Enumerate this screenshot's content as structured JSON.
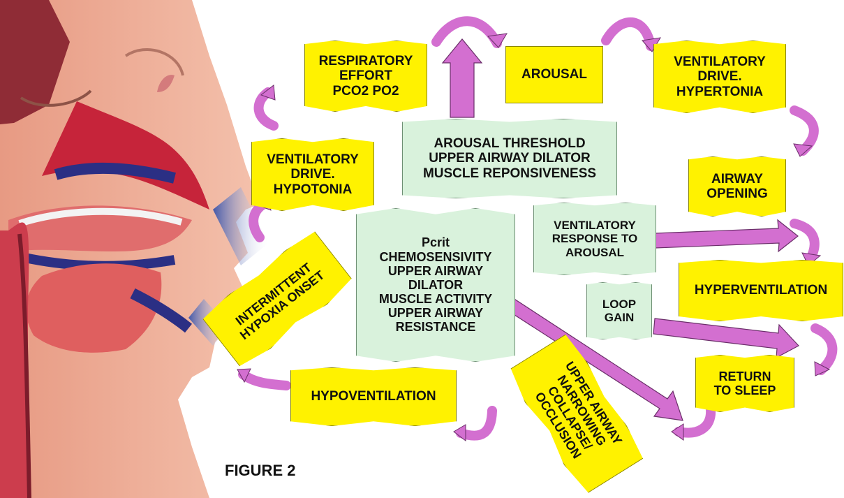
{
  "figure_caption": "FIGURE 2",
  "colors": {
    "yellow": "#fff200",
    "green": "#d9f2dc",
    "arrow": "#d36fd0"
  },
  "boxes": {
    "respiratory_effort": "RESPIRATORY\nEFFORT\nPCO2  PO2",
    "arousal": "AROUSAL",
    "ventilatory_drive_hypertonia": "VENTILATORY\nDRIVE.\nHYPERTONIA",
    "arousal_threshold": "AROUSAL THRESHOLD\nUPPER AIRWAY DILATOR\nMUSCLE REPONSIVENESS",
    "ventilatory_drive_hypotonia": "VENTILATORY\nDRIVE.\nHYPOTONIA",
    "airway_opening": "AIRWAY\nOPENING",
    "pcrit": "Pcrit\nCHEMOSENSIVITY\nUPPER AIRWAY\nDILATOR\nMUSCLE ACTIVITY\nUPPER AIRWAY\nRESISTANCE",
    "ventilatory_response": "VENTILATORY\nRESPONSE TO\nAROUSAL",
    "hyperventilation": "HYPERVENTILATION",
    "loop_gain": "LOOP\nGAIN",
    "intermittent_hypoxia": "INTERMITTENT\nHYPOXIA ONSET",
    "return_to_sleep": "RETURN\nTO SLEEP",
    "hypoventilation": "HYPOVENTILATION",
    "upper_airway_narrowing": "UPPER AIRWAY\nNARROWING\nCOLLAPSE/\nOCCLUSION"
  }
}
